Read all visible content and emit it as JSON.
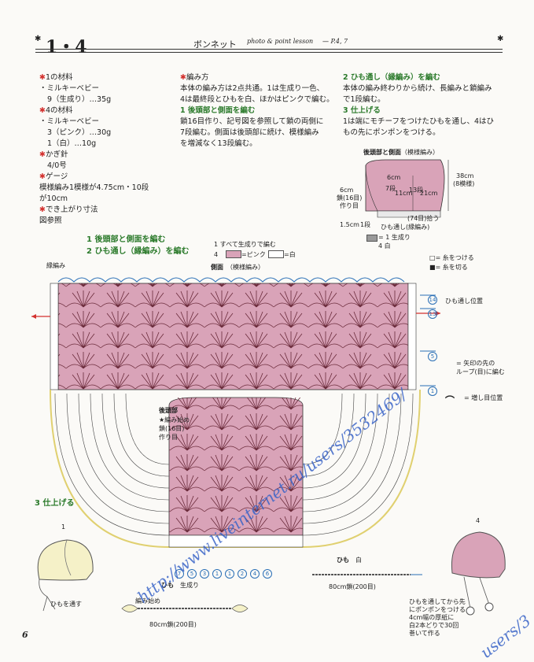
{
  "header": {
    "section": "1・4",
    "title": "ボンネット",
    "subtitle": "photo & point lesson",
    "page_ref": "— P.4, 7"
  },
  "materials": {
    "m1_head": "1の材料",
    "m1_line1": "・ミルキーベビー",
    "m1_line2": "9（生成り）…35g",
    "m4_head": "4の材料",
    "m4_line1": "・ミルキーベビー",
    "m4_line2": "3（ピンク）…30g",
    "m4_line3": "1（白）…10g",
    "hook_head": "かぎ針",
    "hook_val": "4/0号",
    "gauge_head": "ゲージ",
    "gauge_line1": "模様編み1模様が4.75cm・10段",
    "gauge_line2": "が10cm",
    "size_head": "でき上がり寸法",
    "size_val": "図参照"
  },
  "method": {
    "head": "編み方",
    "p1": "本体の編み方は2点共通。1は生成り一色、",
    "p2": "4は最終段とひもを白、ほかはピンクで編む。",
    "s1_head": "1 後頭部と側面を編む",
    "s1_l1": "鎖16目作り、記号図を参照して鎖の両側に",
    "s1_l2": "7段編む。側面は後頭部に続け、模様編み",
    "s1_l3": "を増減なく13段編む。"
  },
  "method2": {
    "s2_head": "2 ひも通し（縁編み）を編む",
    "s2_l1": "本体の編み終わりから続け、長編みと鎖編み",
    "s2_l2": "で1段編む。",
    "s3_head": "3 仕上げる",
    "s3_l1": "1は端にモチーフをつけたひもを通し、4はひ",
    "s3_l2": "もの先にポンポンをつける。"
  },
  "schematic": {
    "title": "後頭部と側面",
    "pattern": "（模様編み）",
    "d1": "6cm",
    "d2": "7段",
    "d3": "11cm",
    "d4": "13段",
    "d5": "21cm",
    "d6": "38cm",
    "d7": "(8模様)",
    "d8": "6cm",
    "d9": "鎖(16目)",
    "d10": "作り目",
    "d11": "1.5cm",
    "d12": "1段",
    "d13": "(74目)拾う",
    "d14": "ひも通し(縁編み)"
  },
  "key": {
    "label1": "= 1 生成り",
    "label4": "4 白",
    "cut_on": "= 糸をつける",
    "cut_off": "= 糸を切る",
    "arrow_loop": "= 矢印の先の",
    "arrow_loop2": "ループ(目)に編む",
    "inc_pos": "= 増し目位置",
    "all1": "1  すべて生成りで編む",
    "pink": "4",
    "pink_label": "=ピンク",
    "white_label": "=白"
  },
  "chart": {
    "h1": "1 後頭部と側面を編む",
    "h2": "2 ひも通し（縁編み）を編む",
    "side_label": "側面",
    "side_pattern": "（模様編み）",
    "edge": "縁編み",
    "tie_pos": "ひも通し位置",
    "back_label": "後頭部",
    "back_start": "★編み始め",
    "back_chain": "鎖(16目)",
    "back_made": "作り目",
    "row_nums": [
      "7",
      "5",
      "3",
      "1",
      "1",
      "2",
      "4",
      "6"
    ],
    "right_nums": [
      "14",
      "13",
      "5",
      "1"
    ]
  },
  "finish": {
    "head": "3 仕上げる",
    "b1_num": "1",
    "b1_tie": "ひもを通す",
    "b4_num": "4",
    "himo_label": "ひも",
    "himo_color": "生成り",
    "himo_start": "編み始め",
    "himo_len": "80cm鎖(200目)",
    "himo2_label": "ひも",
    "himo2_color": "白",
    "himo2_len": "80cm鎖(200目)",
    "note1": "ひもを通してから先",
    "note2": "にポンポンをつける",
    "note3": "4cm幅の厚紙に",
    "note4": "白2本どりで30回",
    "note5": "巻いて作る"
  },
  "footer": {
    "page_num": "6"
  },
  "watermark": {
    "w1": "http://www.liveinternet.ru/users/3532469/",
    "w2": "users/3"
  },
  "colors": {
    "pink": "#d9a3b8",
    "red": "#d3322f",
    "green": "#2b7a2b",
    "blue": "#2a6fb6"
  }
}
